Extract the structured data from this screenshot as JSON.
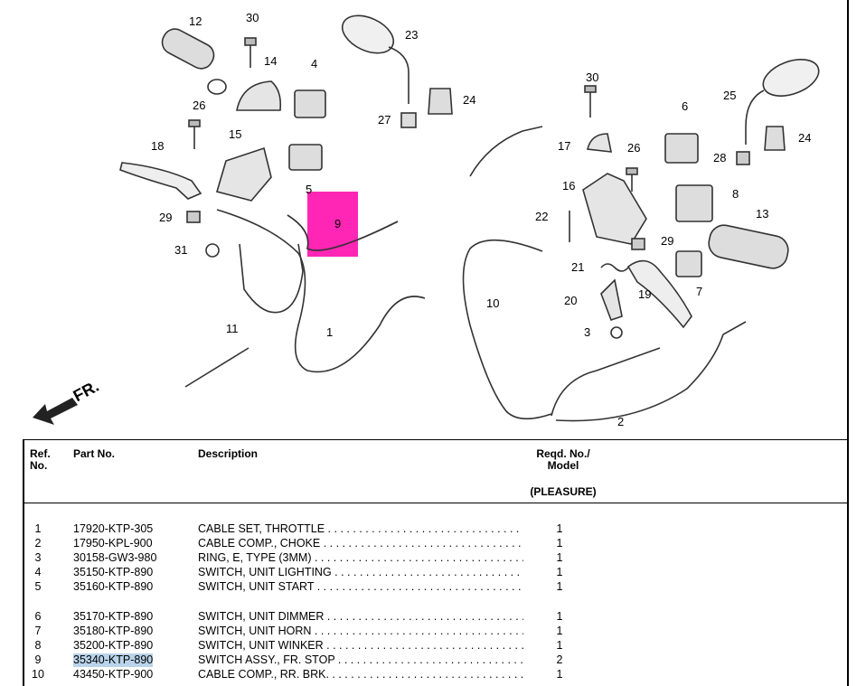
{
  "diagram": {
    "callouts": [
      "12",
      "30",
      "14",
      "4",
      "23",
      "24",
      "27",
      "26",
      "15",
      "18",
      "5",
      "29",
      "31",
      "9",
      "11",
      "1",
      "10",
      "30",
      "25",
      "6",
      "24",
      "28",
      "17",
      "26",
      "16",
      "8",
      "22",
      "13",
      "29",
      "21",
      "20",
      "19",
      "7",
      "3",
      "2"
    ],
    "front_label": "FR.",
    "highlight_color": "#ff00a8"
  },
  "table": {
    "headers": {
      "ref": "Ref.\nNo.",
      "part": "Part No.",
      "desc": "Description",
      "qty": "Reqd. No./\nModel",
      "model": "(PLEASURE)"
    },
    "rows": [
      {
        "ref": "1",
        "part": "17920-KTP-305",
        "desc": "CABLE SET, THROTTLE",
        "qty": "1"
      },
      {
        "ref": "2",
        "part": "17950-KPL-900",
        "desc": "CABLE COMP., CHOKE",
        "qty": "1"
      },
      {
        "ref": "3",
        "part": "30158-GW3-980",
        "desc": "RING, E, TYPE (3MM)",
        "qty": "1"
      },
      {
        "ref": "4",
        "part": "35150-KTP-890",
        "desc": "SWITCH, UNIT LIGHTING",
        "qty": "1"
      },
      {
        "ref": "5",
        "part": "35160-KTP-890",
        "desc": "SWITCH, UNIT START",
        "qty": "1"
      },
      {
        "ref": "6",
        "part": "35170-KTP-890",
        "desc": "SWITCH, UNIT DIMMER",
        "qty": "1"
      },
      {
        "ref": "7",
        "part": "35180-KTP-890",
        "desc": "SWITCH, UNIT HORN",
        "qty": "1"
      },
      {
        "ref": "8",
        "part": "35200-KTP-890",
        "desc": "SWITCH, UNIT WINKER",
        "qty": "1"
      },
      {
        "ref": "9",
        "part": "35340-KTP-890",
        "desc": "SWITCH ASSY., FR. STOP",
        "qty": "2",
        "highlighted": true
      },
      {
        "ref": "10",
        "part": "43450-KTP-900",
        "desc": "CABLE COMP., RR. BRK.",
        "qty": "1"
      }
    ]
  }
}
